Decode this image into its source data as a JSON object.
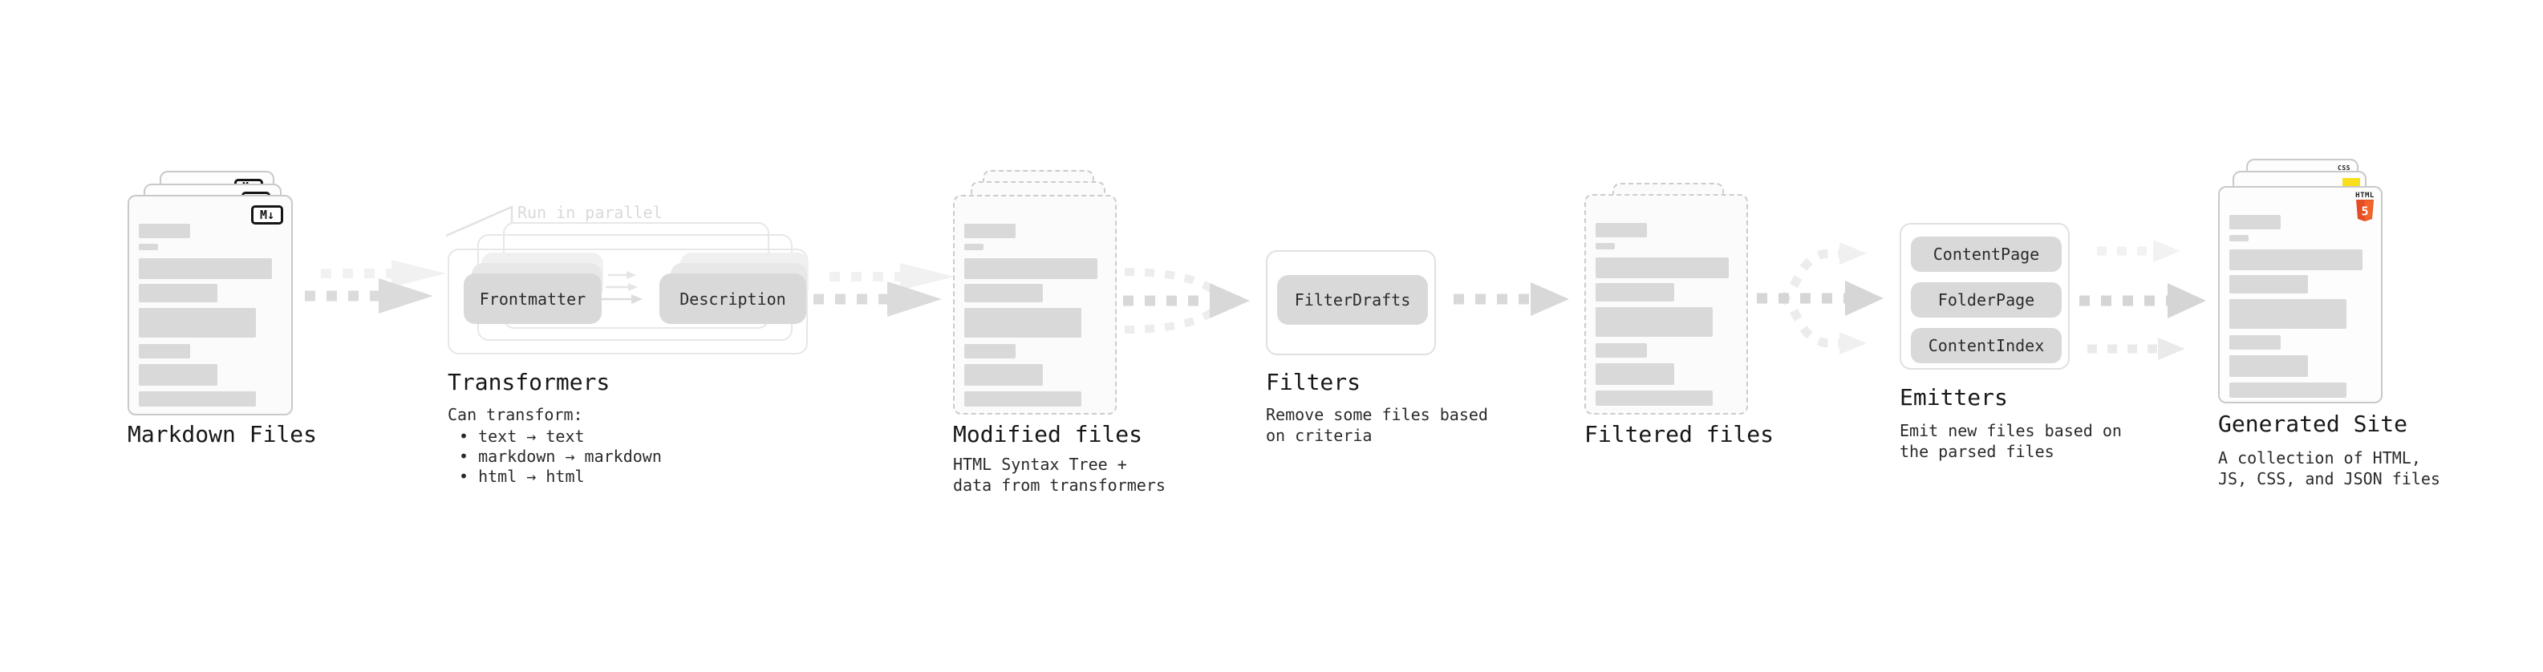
{
  "diagram": {
    "stage1": {
      "title": "Markdown Files",
      "badge": "M↓"
    },
    "stage2": {
      "title": "Transformers",
      "annotation": "Run in parallel",
      "node_a": "Frontmatter",
      "node_b": "Description",
      "heading": "Can transform:",
      "bullets": [
        "• text → text",
        "• markdown → markdown",
        "• html → html"
      ]
    },
    "stage3": {
      "title": "Modified files",
      "subtitle": "HTML Syntax Tree +\ndata from transformers"
    },
    "stage4": {
      "title": "Filters",
      "node": "FilterDrafts",
      "subtitle": "Remove some files based\non criteria"
    },
    "stage5": {
      "title": "Filtered files"
    },
    "stage6": {
      "title": "Emitters",
      "nodes": [
        "ContentPage",
        "FolderPage",
        "ContentIndex"
      ],
      "subtitle": "Emit new files based on\nthe parsed files"
    },
    "stage7": {
      "title": "Generated Site",
      "subtitle": "A collection of HTML,\nJS, CSS, and JSON files",
      "html_badge_label": "HTML",
      "html_shield_number": "5",
      "css_badge_label": "CSS"
    }
  },
  "colors": {
    "html5_orange": "#e44d26",
    "html5_orange_light": "#f16529",
    "js_yellow": "#f7df1e",
    "css_blue": "#2c63e0"
  }
}
